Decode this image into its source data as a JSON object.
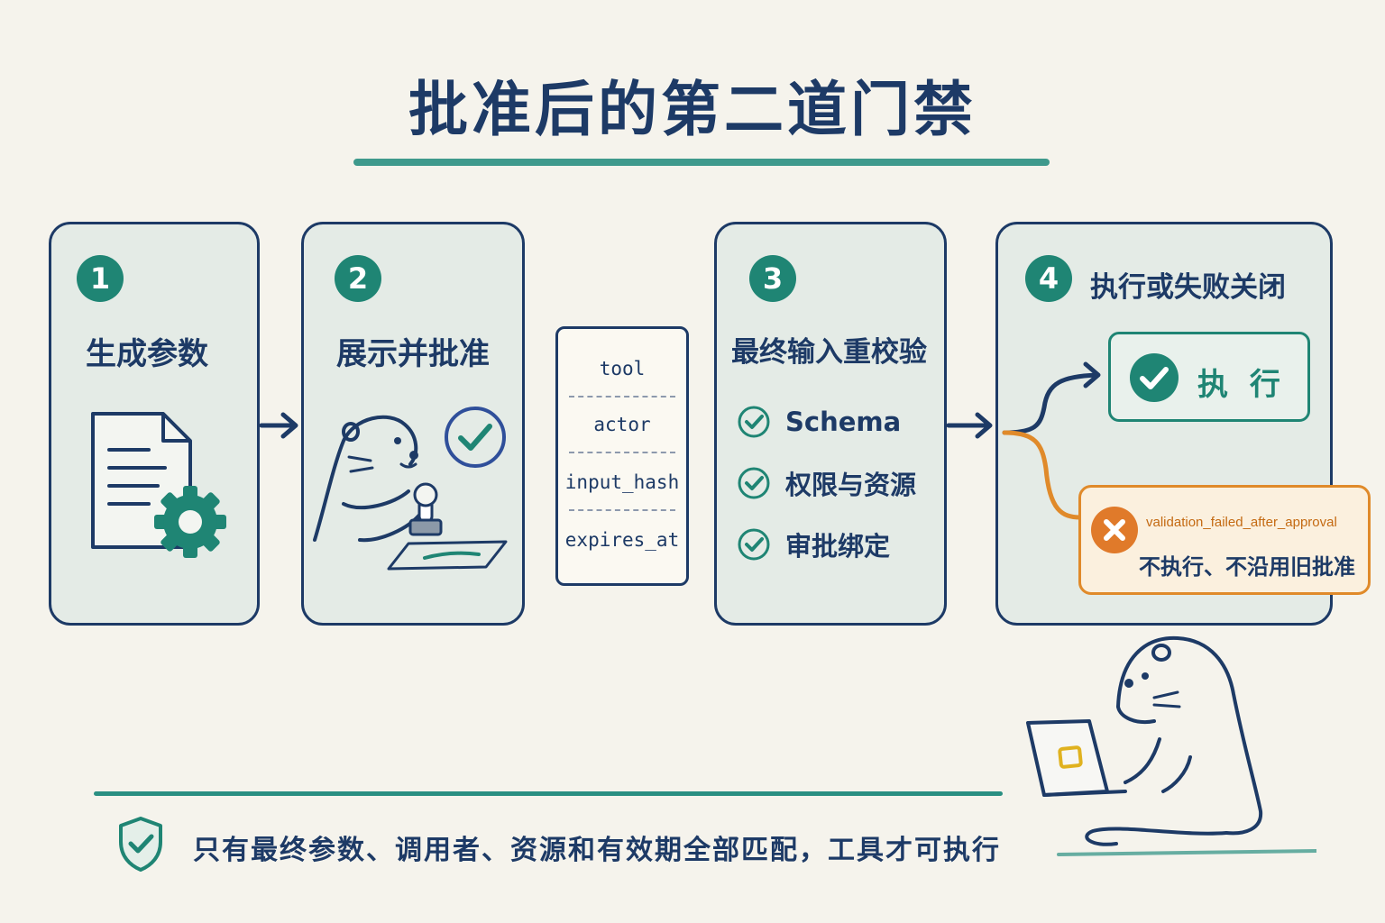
{
  "title": "批准后的第二道门禁",
  "steps": [
    {
      "number": "1",
      "label": "生成参数"
    },
    {
      "number": "2",
      "label": "展示并批准"
    },
    {
      "number": "3",
      "label": "最终输入重校验"
    },
    {
      "number": "4",
      "label": "执行或失败关闭"
    }
  ],
  "ticket_fields": [
    "tool",
    "actor",
    "input_hash",
    "expires_at"
  ],
  "checks": [
    "Schema",
    "权限与资源",
    "审批绑定"
  ],
  "execute_label": "执 行",
  "failure": {
    "code": "validation_failed_after_approval",
    "message": "不执行、不沿用旧批准"
  },
  "footer": "只有最终参数、调用者、资源和有效期全部匹配，工具才可执行",
  "colors": {
    "navy": "#1d3a66",
    "teal": "#1f8574",
    "orange": "#e08a2a",
    "background": "#f5f3ec",
    "card": "#e4ebe6"
  }
}
